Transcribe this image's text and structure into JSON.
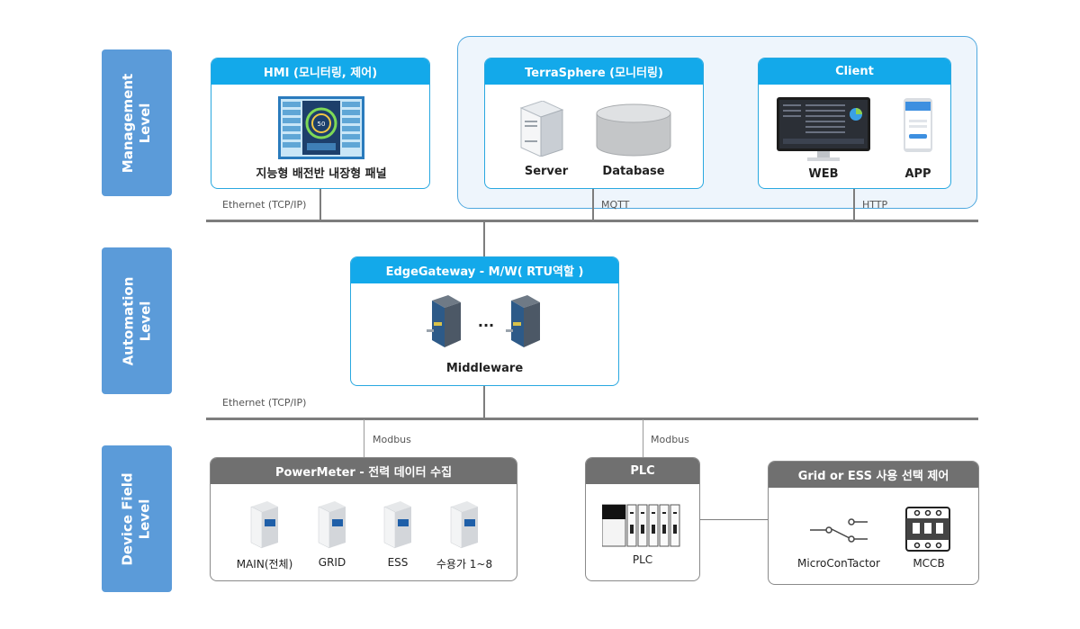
{
  "levels": {
    "management": "Management\nLevel",
    "automation": "Automation\nLevel",
    "device": "Device Field\nLevel"
  },
  "hmi": {
    "title": "HMI (모니터링, 제어)",
    "caption": "지능형 배전반 내장형 패널"
  },
  "terrasphere": {
    "title": "TerraSphere (모니터링)",
    "server": "Server",
    "database": "Database"
  },
  "client": {
    "title": "Client",
    "web": "WEB",
    "app": "APP"
  },
  "links": {
    "ethernet_top": "Ethernet (TCP/IP)",
    "mqtt": "MQTT",
    "http": "HTTP",
    "ethernet_mid": "Ethernet (TCP/IP)",
    "modbus_left": "Modbus",
    "modbus_right": "Modbus"
  },
  "edge": {
    "title": "EdgeGateway - M/W( RTU역할 )",
    "dots": "···",
    "caption": "Middleware"
  },
  "powermeter": {
    "title": "PowerMeter - 전력 데이터 수집",
    "items": [
      "MAIN(전체)",
      "GRID",
      "ESS",
      "수용가 1~8"
    ]
  },
  "plc": {
    "title": "PLC",
    "caption": "PLC"
  },
  "grid": {
    "title": "Grid or ESS 사용 선택 제어",
    "contactor": "MicroConTactor",
    "mccb": "MCCB"
  }
}
